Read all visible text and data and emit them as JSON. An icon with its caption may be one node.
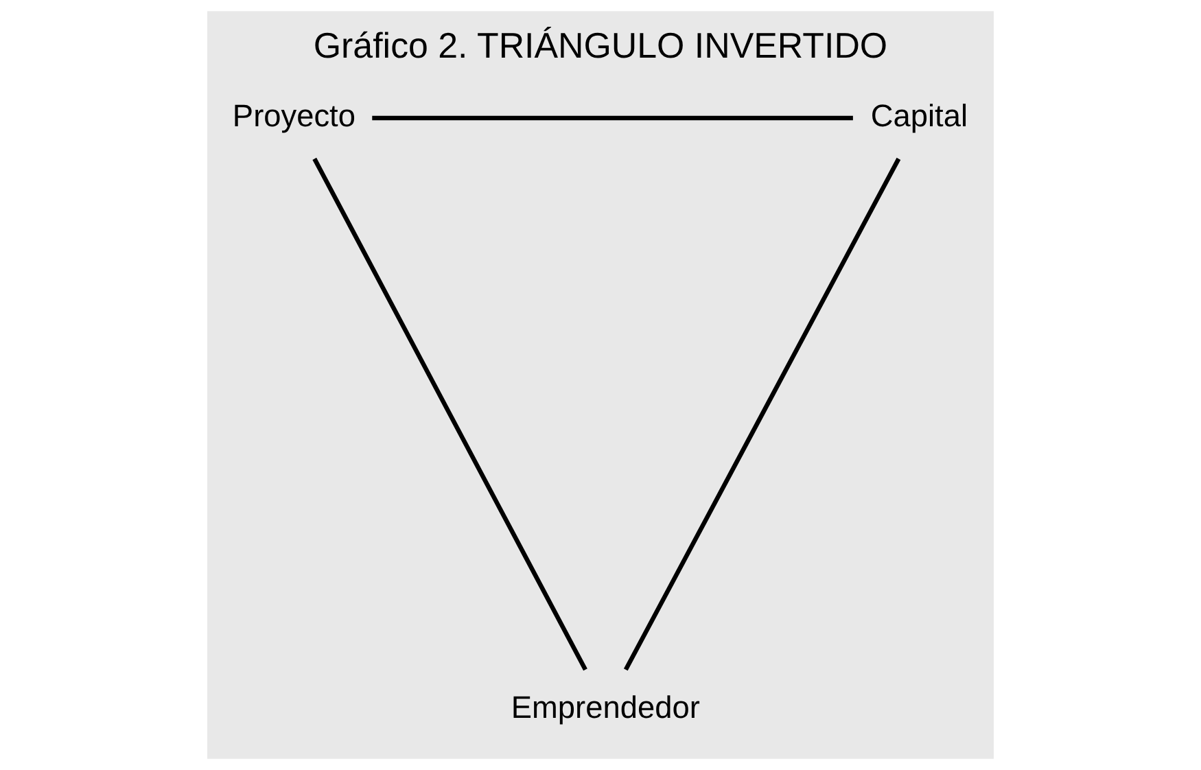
{
  "diagram": {
    "title": "Gráfico 2. TRIÁNGULO INVERTIDO",
    "nodes": [
      {
        "text": [
          "Proyecto"
        ]
      },
      {
        "text": [
          "Capital"
        ]
      },
      {
        "text": [
          "Emprendedor"
        ]
      }
    ],
    "edges": [
      {
        "from": 0,
        "to": 1,
        "arrow": "none"
      },
      {
        "from": 1,
        "to": 2,
        "arrow": "none"
      },
      {
        "from": 2,
        "to": 0,
        "arrow": "none"
      }
    ]
  }
}
